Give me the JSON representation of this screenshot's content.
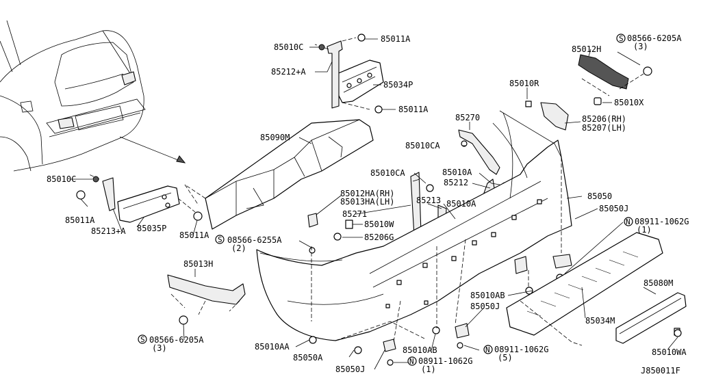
{
  "labels": {
    "p85010C_top": "85010C",
    "p85011A_top": "85011A",
    "p85212A_top": "85212+A",
    "p85034P": "85034P",
    "p85011A_mid": "85011A",
    "p08566_6205A_top": "08566-6205A",
    "p08566_6205A_top_qty": "(3)",
    "p85012H": "85012H",
    "p85010R": "85010R",
    "p85010X": "85010X",
    "p85206": "85206(RH)",
    "p85207": "85207(LH)",
    "p85090M": "85090M",
    "p85270": "85270",
    "p85010CA_1": "85010CA",
    "p85010CA_2": "85010CA",
    "p85010A_1": "85010A",
    "p85212": "85212",
    "p85050": "85050",
    "p85050J_right": "85050J",
    "p08911_1062G_right": "08911-1062G",
    "p08911_1062G_right_qty": "(1)",
    "p85010C_left": "85010C",
    "p85011A_left": "85011A",
    "p85213A": "85213+A",
    "p85035P": "85035P",
    "p85011A_left2": "85011A",
    "p85012HA": "85012HA(RH)",
    "p85013HA": "85013HA(LH)",
    "p85271": "85271",
    "p85213": "85213",
    "p85010A_2": "85010A",
    "p85010W": "85010W",
    "p85206G": "85206G",
    "p08566_6255A": "08566-6255A",
    "p08566_6255A_qty": "(2)",
    "p85013H": "85013H",
    "p08566_6205A_bottom": "08566-6205A",
    "p08566_6205A_bottom_qty": "(3)",
    "p85010AB_right": "85010AB",
    "p85050J_mid": "85050J",
    "p85080M": "85080M",
    "p85034M": "85034M",
    "p85010AA": "85010AA",
    "p85050A": "85050A",
    "p85050J_bottom": "85050J",
    "p85010AB_bottom": "85010AB",
    "p08911_1062G_bottom": "08911-1062G",
    "p08911_1062G_bottom_qty": "(1)",
    "p08911_1062G_mid": "08911-1062G",
    "p08911_1062G_mid_qty": "(5)",
    "p85010WA": "85010WA",
    "diagram_code": "J850011F"
  },
  "symbols": {
    "screw": "S",
    "nut": "N"
  }
}
